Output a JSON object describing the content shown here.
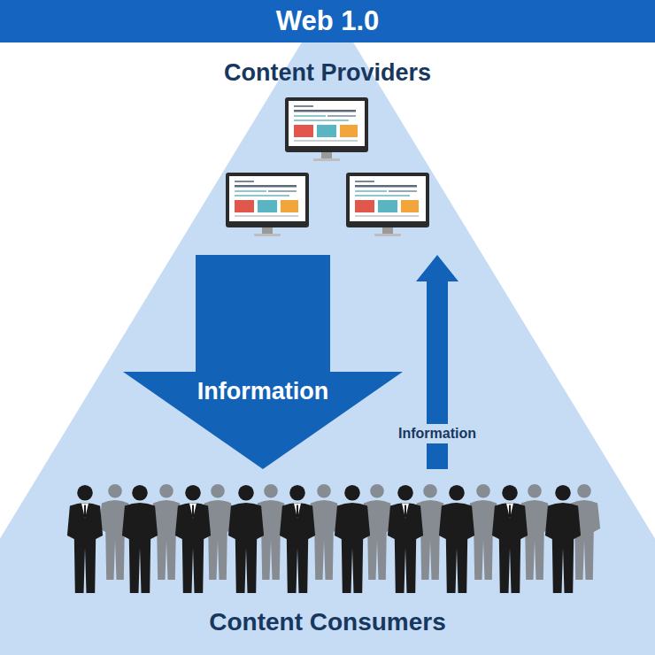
{
  "diagram": {
    "title": "Web 1.0",
    "nodes": [
      {
        "text": [
          "Content Providers"
        ]
      },
      {
        "text": [
          "Content Consumers"
        ]
      }
    ],
    "edges": [
      {
        "from": 0,
        "to": 1,
        "label": "Information",
        "arrow": "to"
      },
      {
        "from": 1,
        "to": 0,
        "label": "Information",
        "arrow": "to"
      }
    ]
  }
}
